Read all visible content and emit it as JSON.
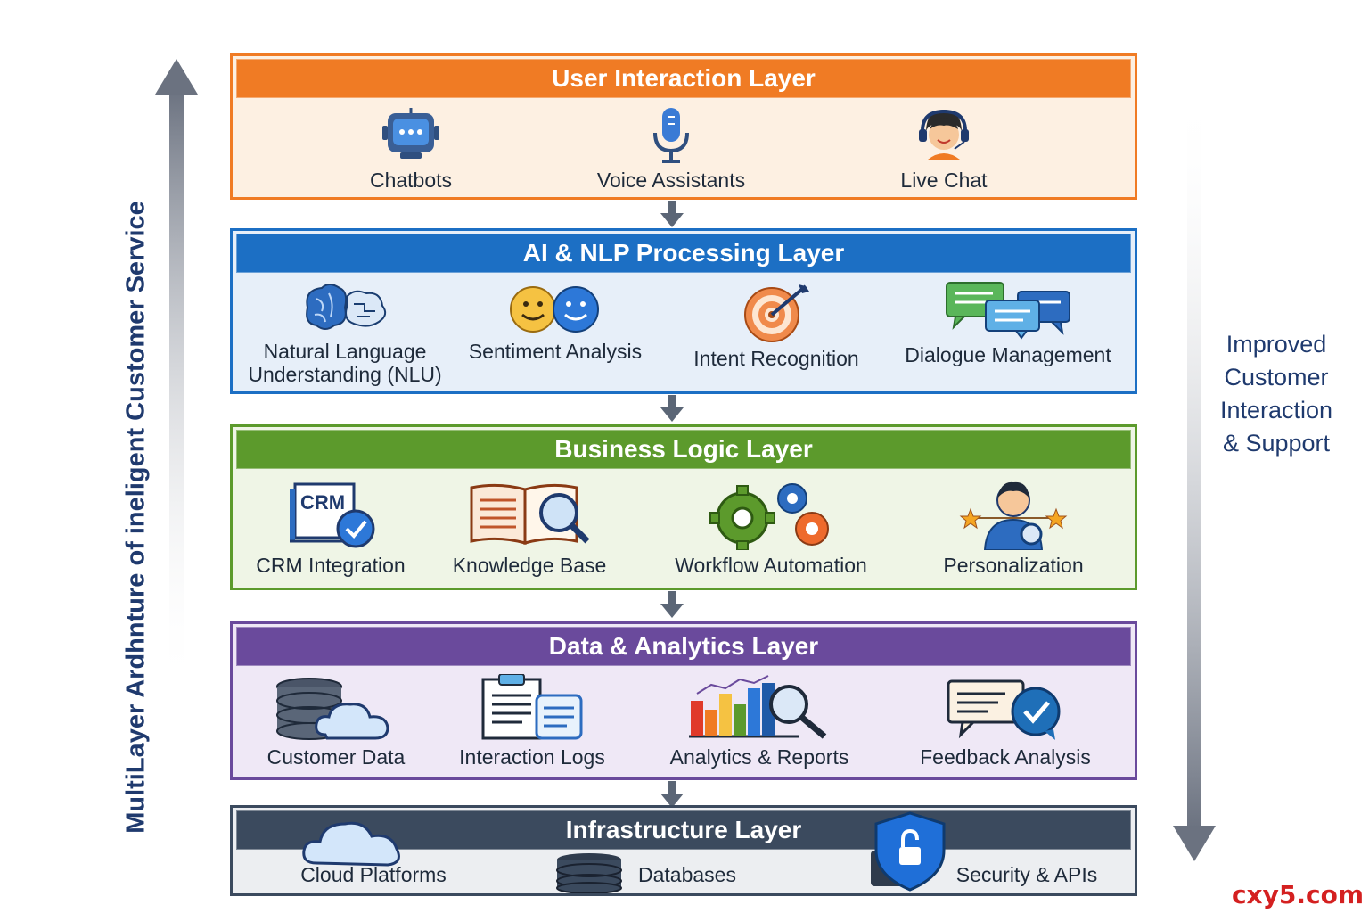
{
  "side_title": "MultiLayer Ardhnture of ineligent Customer Service",
  "right_caption": [
    "Improved",
    "Customer",
    "Interaction",
    "& Support"
  ],
  "watermark": "cxy5.com",
  "layers": [
    {
      "title": "User Interaction Layer",
      "color": "#f07b24",
      "fill": "#fdf0e2",
      "items": [
        {
          "label": "Chatbots",
          "icon": "chatbot-icon"
        },
        {
          "label": "Voice Assistants",
          "icon": "microphone-icon"
        },
        {
          "label": "Live Chat",
          "icon": "headset-agent-icon"
        }
      ]
    },
    {
      "title": "AI & NLP Processing Layer",
      "color": "#1c6fc4",
      "fill": "#e7eff9",
      "items": [
        {
          "label": "Natural Language Understanding (NLU)",
          "icon": "brain-icon"
        },
        {
          "label": "Sentiment Analysis",
          "icon": "smiley-faces-icon"
        },
        {
          "label": "Intent Recognition",
          "icon": "target-icon"
        },
        {
          "label": "Dialogue Management",
          "icon": "speech-bubbles-icon"
        }
      ]
    },
    {
      "title": "Business Logic Layer",
      "color": "#5c9a2c",
      "fill": "#eff5e6",
      "items": [
        {
          "label": "CRM Integration",
          "icon": "crm-icon",
          "icon_text": "CRM"
        },
        {
          "label": "Knowledge Base",
          "icon": "book-magnifier-icon"
        },
        {
          "label": "Workflow Automation",
          "icon": "gears-icon"
        },
        {
          "label": "Personalization",
          "icon": "user-stars-icon"
        }
      ]
    },
    {
      "title": "Data & Analytics Layer",
      "color": "#6a4a9c",
      "fill": "#efe8f6",
      "items": [
        {
          "label": "Customer Data",
          "icon": "database-cloud-icon"
        },
        {
          "label": "Interaction Logs",
          "icon": "clipboard-logs-icon"
        },
        {
          "label": "Analytics & Reports",
          "icon": "bar-chart-magnifier-icon"
        },
        {
          "label": "Feedback Analysis",
          "icon": "feedback-check-icon"
        }
      ]
    },
    {
      "title": "Infrastructure Layer",
      "color": "#3b4a5e",
      "fill": "#eceef1",
      "items": [
        {
          "label": "Cloud Platforms",
          "icon": "cloud-icon"
        },
        {
          "label": "Databases",
          "icon": "database-icon"
        },
        {
          "label": "Security & APIs",
          "icon": "shield-lock-icon"
        }
      ]
    }
  ]
}
